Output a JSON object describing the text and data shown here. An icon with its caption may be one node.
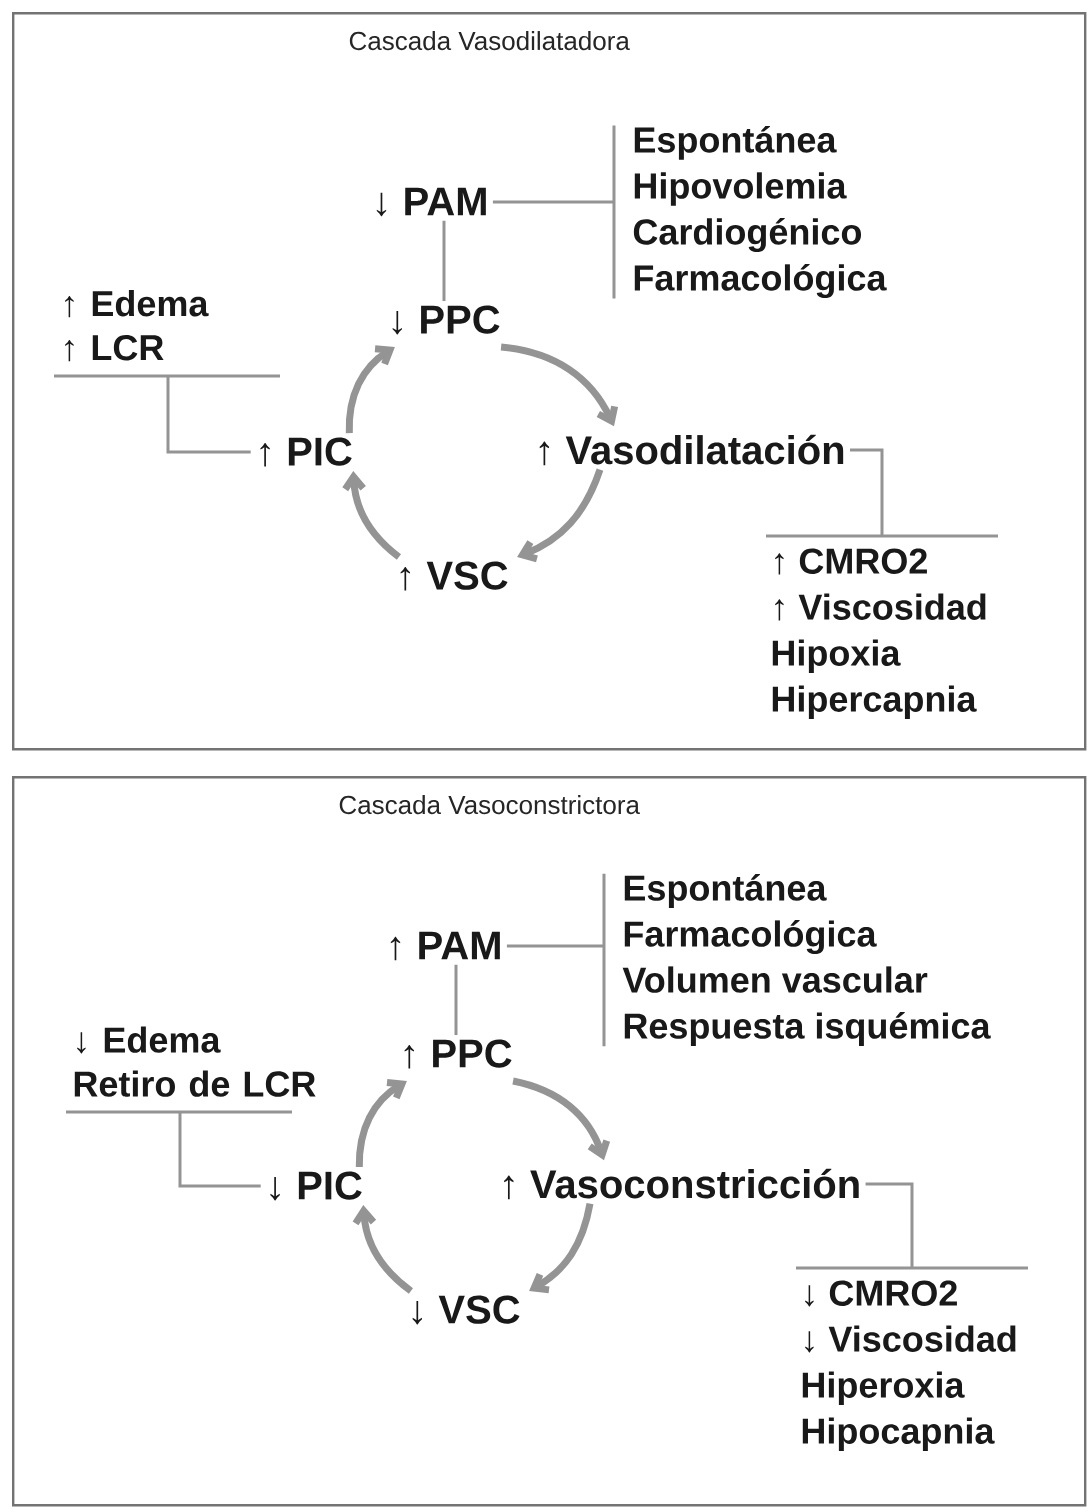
{
  "diagram": {
    "nodes": [
      {
        "text": [
          "Cascada Vasodilatadora"
        ]
      },
      {
        "text": [
          "↓ PAM"
        ],
        "in": 0
      },
      {
        "text": [
          "Espontánea",
          "Hipovolemia",
          "Cardiogénico",
          "Farmacológica"
        ],
        "in": 0
      },
      {
        "text": [
          "↑ Edema",
          "↑ LCR"
        ],
        "in": 0
      },
      {
        "text": [
          "↓ PPC"
        ],
        "in": 0
      },
      {
        "text": [
          "↑ PIC"
        ],
        "in": 0
      },
      {
        "text": [
          "↑ Vasodilatación"
        ],
        "in": 0
      },
      {
        "text": [
          "↑ VSC"
        ],
        "in": 0
      },
      {
        "text": [
          "↑ CMRO2",
          "↑ Viscosidad",
          "Hipoxia",
          "Hipercapnia"
        ],
        "in": 0
      },
      {
        "text": [
          "Cascada Vasoconstrictora"
        ]
      },
      {
        "text": [
          "↑ PAM"
        ],
        "in": 9
      },
      {
        "text": [
          "Espontánea",
          "Farmacológica",
          "Volumen vascular",
          "Respuesta isquémica"
        ],
        "in": 9
      },
      {
        "text": [
          "↓ Edema",
          "Retiro de LCR"
        ],
        "in": 9
      },
      {
        "text": [
          "↑ PPC"
        ],
        "in": 9
      },
      {
        "text": [
          "↓ PIC"
        ],
        "in": 9
      },
      {
        "text": [
          "↑ Vasoconstricción"
        ],
        "in": 9
      },
      {
        "text": [
          "↓ VSC"
        ],
        "in": 9
      },
      {
        "text": [
          "↓ CMRO2",
          "↓ Viscosidad",
          "Hiperoxia",
          "Hipocapnia"
        ],
        "in": 9
      }
    ],
    "edges": [
      {
        "from": 1,
        "to": 4,
        "arrow": "none"
      },
      {
        "from": 1,
        "to": 2,
        "arrow": "none"
      },
      {
        "from": 3,
        "to": 5,
        "arrow": "none"
      },
      {
        "from": 6,
        "to": 8,
        "arrow": "none"
      },
      {
        "from": 4,
        "to": 6,
        "arrow": "to",
        "style": "thick"
      },
      {
        "from": 6,
        "to": 7,
        "arrow": "to",
        "style": "thick"
      },
      {
        "from": 7,
        "to": 5,
        "arrow": "to",
        "style": "thick"
      },
      {
        "from": 5,
        "to": 4,
        "arrow": "to",
        "style": "thick"
      },
      {
        "from": 10,
        "to": 13,
        "arrow": "none"
      },
      {
        "from": 10,
        "to": 11,
        "arrow": "none"
      },
      {
        "from": 12,
        "to": 14,
        "arrow": "none"
      },
      {
        "from": 15,
        "to": 17,
        "arrow": "none"
      },
      {
        "from": 13,
        "to": 15,
        "arrow": "to",
        "style": "thick"
      },
      {
        "from": 15,
        "to": 16,
        "arrow": "to",
        "style": "thick"
      },
      {
        "from": 16,
        "to": 14,
        "arrow": "to",
        "style": "thick"
      },
      {
        "from": 14,
        "to": 13,
        "arrow": "to",
        "style": "thick"
      }
    ]
  }
}
